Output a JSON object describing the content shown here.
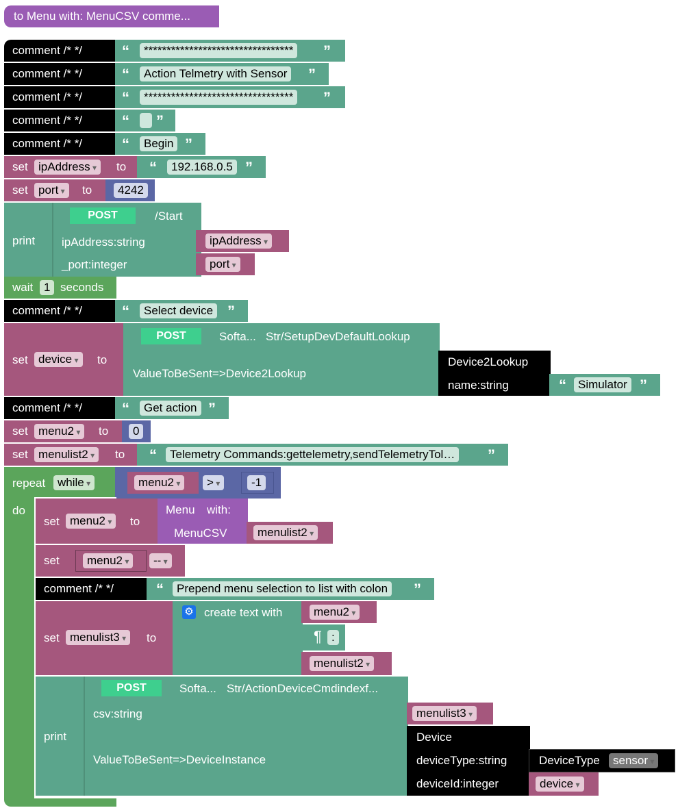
{
  "header": {
    "label": "to Menu with: MenuCSV comme..."
  },
  "words": {
    "comment": "comment /* */",
    "set": "set",
    "to": "to",
    "print": "print",
    "wait": "wait",
    "seconds": "seconds",
    "repeat": "repeat",
    "do": "do",
    "open_q": "“",
    "close_q": "”"
  },
  "comments": {
    "c1": "*********************************",
    "c2": "Action Telmetry with Sensor",
    "c3": "*********************************",
    "c4": "",
    "c5": "Begin",
    "c6": "Select device",
    "c7": "Get action",
    "c8": "Prepend menu selection to list with colon"
  },
  "set_ip": {
    "var": "ipAddress",
    "value": "192.168.0.5"
  },
  "set_port": {
    "var": "port",
    "value": "4242"
  },
  "print1": {
    "method": "POST",
    "path": "/Start",
    "param1": "ipAddress:string",
    "param1_val": "ipAddress",
    "param2": "_port:integer",
    "param2_val": "port"
  },
  "wait": {
    "value": "1"
  },
  "set_device": {
    "var": "device",
    "method": "POST",
    "service": "Softa...",
    "path": "Str/SetupDevDefaultLookup",
    "param": "ValueToBeSent=>Device2Lookup",
    "obj": "Device2Lookup",
    "obj_field": "name:string",
    "obj_value": "Simulator"
  },
  "set_menu2": {
    "var": "menu2",
    "value": "0"
  },
  "set_menulist2": {
    "var": "menulist2",
    "value": "Telemetry Commands:gettelemetry,sendTelemetryTol…"
  },
  "repeat": {
    "mode": "while",
    "var": "menu2",
    "op": ">",
    "value": "-1"
  },
  "loop": {
    "set_menu2": {
      "var": "menu2",
      "fn": "Menu",
      "with": "with:",
      "arg": "MenuCSV",
      "arg_val": "menulist2"
    },
    "dec": {
      "var": "menu2",
      "op": "--"
    },
    "set_menulist3": {
      "var": "menulist3",
      "create": "create text with",
      "item1": "menu2",
      "pilcrow": "¶",
      "item2": ":",
      "item3": "menulist2"
    },
    "print2": {
      "method": "POST",
      "service": "Softa...",
      "path": "Str/ActionDeviceCmdindexf...",
      "p1": "csv:string",
      "p1_val": "menulist3",
      "p2": "ValueToBeSent=>DeviceInstance",
      "obj": "Device",
      "f1": "deviceType:string",
      "f1_type": "DeviceType",
      "f1_val": "sensor",
      "f2": "deviceId:integer",
      "f2_val": "device"
    }
  }
}
